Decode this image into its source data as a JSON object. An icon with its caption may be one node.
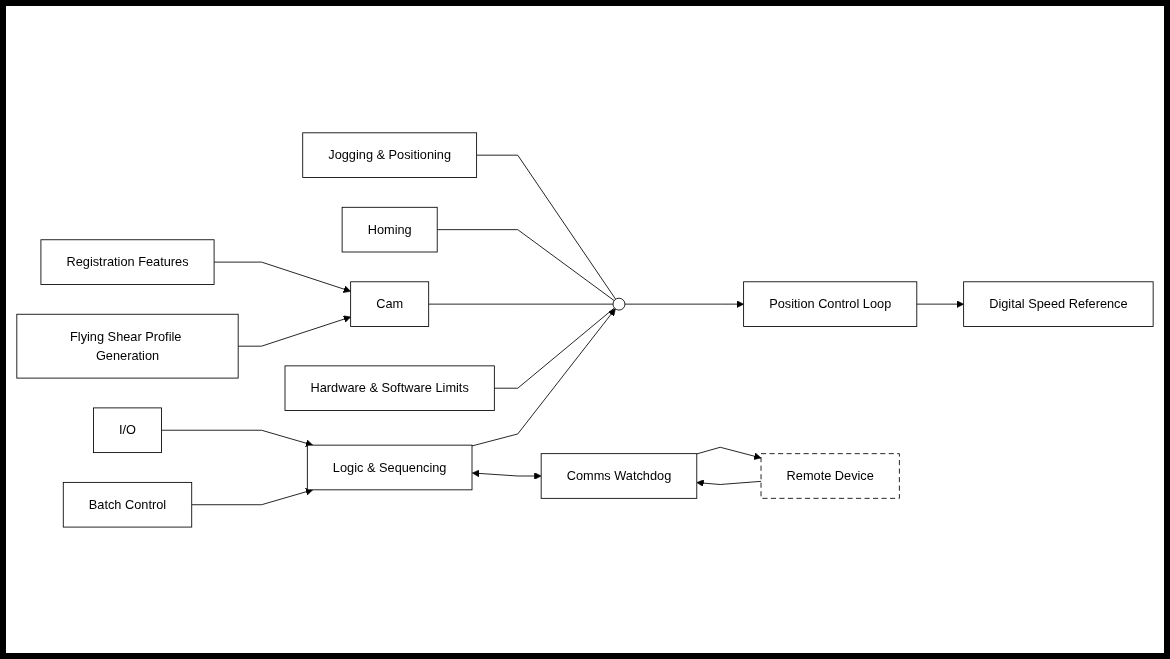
{
  "diagram": {
    "nodes": [
      {
        "text": [
          "Hardware & Software Limits"
        ]
      },
      {
        "text": [
          "Jogging & Positioning"
        ]
      },
      {
        "text": [
          "Homing"
        ]
      },
      {
        "text": [],
        "shape": "switch"
      },
      {
        "text": [
          "Position Control Loop"
        ]
      },
      {
        "text": [
          "Digital Speed Reference"
        ]
      },
      {
        "text": [
          "Registration Features"
        ]
      },
      {
        "text": [
          "Cam"
        ]
      },
      {
        "text": [
          "Flying Shear Profile Generation"
        ]
      },
      {
        "text": [
          "I/O"
        ]
      },
      {
        "text": [
          "Logic & Sequencing"
        ]
      },
      {
        "text": [
          "Comms Watchdog"
        ]
      },
      {
        "text": [
          "Batch Control"
        ]
      },
      {
        "text": [
          "Remote Device"
        ]
      }
    ],
    "edges": [
      {
        "from": 1,
        "to": 3,
        "arrow": "none"
      },
      {
        "from": 2,
        "to": 3,
        "arrow": "none"
      },
      {
        "from": 7,
        "to": 3,
        "arrow": "none"
      },
      {
        "from": 0,
        "to": 3,
        "arrow": "none"
      },
      {
        "from": 3,
        "to": 4,
        "arrow": "to"
      },
      {
        "from": 4,
        "to": 5,
        "arrow": "to"
      },
      {
        "from": 6,
        "to": 7,
        "arrow": "to"
      },
      {
        "from": 8,
        "to": 7,
        "arrow": "to"
      },
      {
        "from": 9,
        "to": 10,
        "arrow": "to"
      },
      {
        "from": 12,
        "to": 10,
        "arrow": "to"
      },
      {
        "from": 10,
        "to": 3,
        "arrow": "to"
      },
      {
        "from": 10,
        "to": 11,
        "arrow": "both"
      },
      {
        "from": 13,
        "to": 11,
        "arrow": "to"
      },
      {
        "from": 11,
        "to": 13,
        "arrow": "to"
      }
    ]
  }
}
